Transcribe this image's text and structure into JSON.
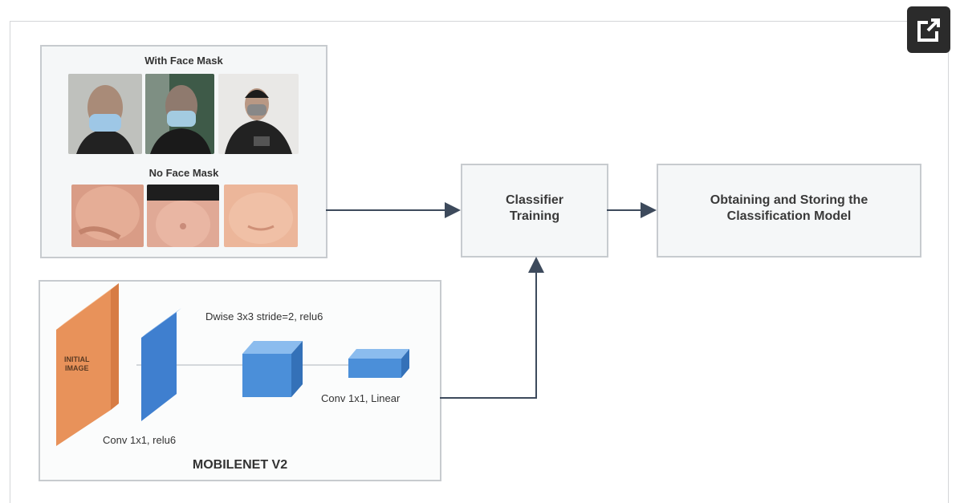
{
  "photos_panel": {
    "with_mask_label": "With Face Mask",
    "no_mask_label": "No Face Mask"
  },
  "classifier_box": {
    "label": "Classifier\nTraining"
  },
  "storing_box": {
    "label": "Obtaining and Storing the\nClassification Model"
  },
  "mobilenet_panel": {
    "title": "MOBILENET V2",
    "initial_image": "INITIAL\nIMAGE",
    "conv_relu": "Conv 1x1, relu6",
    "dwise": "Dwise 3x3 stride=2, relu6",
    "conv_linear": "Conv 1x1, Linear"
  },
  "colors": {
    "arrow": "#3d4a5c",
    "orange": "#f0a264",
    "blue": "#4f8fd6"
  },
  "icons": {
    "popout": "external-link-icon"
  }
}
